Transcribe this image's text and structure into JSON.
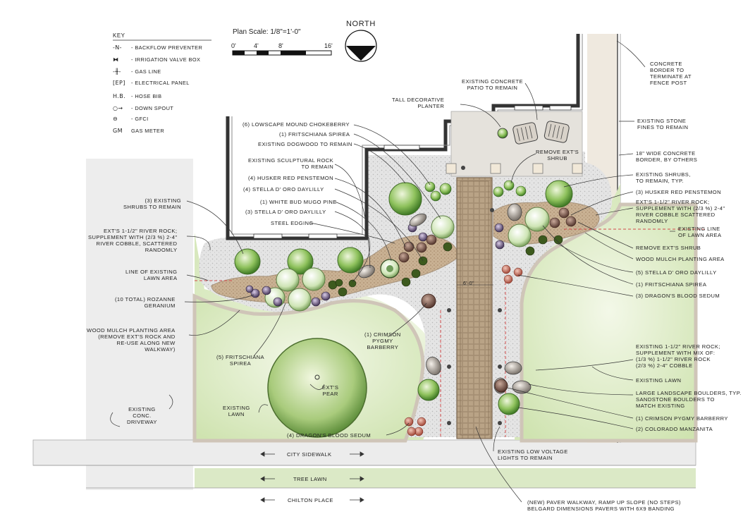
{
  "title_block": {
    "scale_label": "Plan Scale: 1/8\"=1'-0\"",
    "scale_marks": [
      "0'",
      "4'",
      "8'",
      "16'"
    ],
    "north_label": "NORTH"
  },
  "key": {
    "heading": "KEY",
    "items": [
      {
        "symbol": "-N-",
        "label": "- BACKFLOW PREVENTER"
      },
      {
        "symbol": "⧓",
        "label": "- IRRIGATION VALVE BOX"
      },
      {
        "symbol": "-╫-",
        "label": "- GAS LINE"
      },
      {
        "symbol": "[EP]",
        "label": "- ELECTRICAL PANEL"
      },
      {
        "symbol": "H.B.",
        "label": "- HOSE BIB"
      },
      {
        "symbol": "○→",
        "label": "- DOWN SPOUT"
      },
      {
        "symbol": "⊖",
        "label": "- GFCI"
      },
      {
        "symbol": "GM",
        "label": "GAS METER"
      }
    ]
  },
  "labels": {
    "concrete_border": "CONCRETE\nBORDER TO\nTERMINATE AT\nFENCE POST",
    "existing_patio": "EXISTING CONCRETE\nPATIO TO REMAIN",
    "tall_planter": "TALL DECORATIVE\nPLANTER",
    "stone_fines": "EXISTING STONE\nFINES TO REMAIN",
    "concrete_border_18": "18\" WIDE CONCRETE\nBORDER, BY OTHERS",
    "existing_shrubs_remain": "EXISTING SHRUBS,\nTO REMAIN, TYP.",
    "husker_red_right": "(3) HUSKER RED PENSTEMON",
    "river_rock_right": "EXT'S 1-1/2\" RIVER ROCK;\nSUPPLEMENT WITH (2/3 %) 2-4\"\nRIVER COBBLE SCATTERED\nRANDOMLY",
    "line_lawn_right": "EXISTING LINE\nOF LAWN AREA",
    "remove_shrub_right": "REMOVE EXT'S SHRUB",
    "wood_mulch_right": "WOOD MULCH PLANTING AREA",
    "stella_right": "(5) STELLA D' ORO DAYLILLY",
    "fritschiana_right": "(1) FRITSCHIANA SPIREA",
    "dragon_right": "(3) DRAGON'S BLOOD SEDUM",
    "river_rock_mix": "EXISTING 1-1/2\" RIVER ROCK;\nSUPPLEMENT WITH MIX OF:\n(1/3 %) 1-1/2\" RIVER ROCK\n(2/3 %) 2-4\" COBBLE",
    "existing_lawn_right": "EXISTING LAWN",
    "boulders": "LARGE LANDSCAPE BOULDERS, TYP.\nSANDSTONE BOULDERS TO\nMATCH EXISTING",
    "crimson_right": "(1) CRIMSON PYGMY BARBERRY",
    "manzanita": "(2) COLORADO MANZANITA",
    "low_voltage": "EXISTING LOW VOLTAGE\nLIGHTS TO REMAIN",
    "paver_walkway": "(NEW) PAVER WALKWAY, RAMP UP SLOPE (NO STEPS)\nBELGARD DIMENSIONS PAVERS WITH 6X9 BANDING",
    "lowscape": "(6) LOWSCAPE MOUND CHOKEBERRY",
    "fritschiana_top": "(1) FRITSCHIANA SPIREA",
    "dogwood": "EXISTING DOGWOOD TO REMAIN",
    "remove_shrub_top": "REMOVE EXT'S\nSHRUB",
    "sculptural_rock": "EXISTING SCULPTURAL ROCK\nTO REMAIN",
    "husker_red_top": "(4) HUSKER RED PENSTEMON",
    "stella_4": "(4) STELLA D' ORO DAYLILLY",
    "mugo": "(1) WHITE BUD MUGO PINE",
    "stella_3": "(3) STELLA D' ORO DAYLILLY",
    "steel_edging": "STEEL EDGING",
    "existing_shrubs_left": "(3) EXISTING\nSHRUBS TO REMAIN",
    "river_rock_left": "EXT'S 1-1/2\" RIVER ROCK;\nSUPPLEMENT WITH (2/3 %) 2-4\"\nRIVER COBBLE, SCATTERED\nRANDOMLY",
    "line_lawn_left": "LINE OF EXISTING\nLAWN AREA",
    "rozanne": "(10 TOTAL) ROZANNE\nGERANIUM",
    "wood_mulch_left": "WOOD MULCH PLANTING AREA\n(REMOVE EXT'S ROCK AND\nRE-USE ALONG NEW\nWALKWAY)",
    "crimson_center": "(1) CRIMSON\nPYGMY\nBARBERRY",
    "fritschiana_5": "(5) FRITSCHIANA\nSPIREA",
    "ext_pear": "EXT'S\nPEAR",
    "existing_lawn_left": "EXISTING\nLAWN",
    "existing_driveway": "EXISTING\nCONC.\nDRIVEWAY",
    "dragon_4": "(4) DRAGON'S BLOOD SEDUM",
    "city_sidewalk": "CITY SIDEWALK",
    "tree_lawn": "TREE LAWN",
    "chilton_place": "CHILTON PLACE",
    "walk_dim": "6'-0\""
  }
}
